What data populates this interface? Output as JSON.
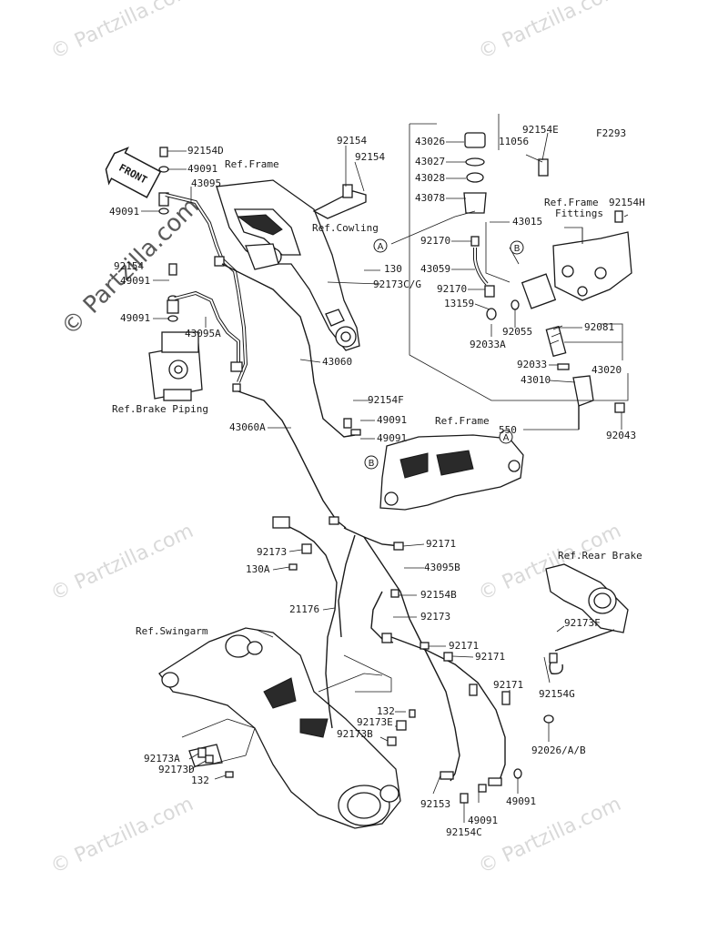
{
  "diagram_code": "F2293",
  "front_label": "FRONT",
  "watermarks": {
    "small": "© Partzilla.com",
    "large": "© Partzilla.com"
  },
  "refs": {
    "frame_top": "Ref.Frame",
    "cowling": "Ref.Cowling",
    "frame_fittings_1": "Ref.Frame",
    "frame_fittings_2": "Fittings",
    "brake_piping": "Ref.Brake Piping",
    "frame_mid": "Ref.Frame",
    "rear_brake": "Ref.Rear Brake",
    "swingarm": "Ref.Swingarm"
  },
  "tags": {
    "a": "A",
    "b": "B"
  },
  "parts": {
    "p92154D": "92154D",
    "p49091_1": "49091",
    "p43095": "43095",
    "p49091_2": "49091",
    "p92154_1": "92154",
    "p92154_2": "92154",
    "p92154_3": "92154",
    "p130": "130",
    "p92173CG": "92173C/G",
    "p43095A": "43095A",
    "p49091_3": "49091",
    "p49091_4": "49091",
    "p43060": "43060",
    "p92154F": "92154F",
    "p49091_5": "49091",
    "p49091_6": "49091",
    "p43060A": "43060A",
    "p43026": "43026",
    "p43027": "43027",
    "p43028": "43028",
    "p43078": "43078",
    "p11056": "11056",
    "p92154E": "92154E",
    "p43015": "43015",
    "p92154H": "92154H",
    "p92170_1": "92170",
    "p43059": "43059",
    "p92170_2": "92170",
    "p13159": "13159",
    "p92033A": "92033A",
    "p92055": "92055",
    "p92081": "92081",
    "p92033": "92033",
    "p43020": "43020",
    "p43010": "43010",
    "p550": "550",
    "p92043": "92043",
    "p92173_1": "92173",
    "p130A": "130A",
    "p92171_1": "92171",
    "p43095B": "43095B",
    "p92154B": "92154B",
    "p21176": "21176",
    "p92173_2": "92173",
    "p92171_2": "92171",
    "p92171_3": "92171",
    "p92173F": "92173F",
    "p92154G": "92154G",
    "p92171_4": "92171",
    "p132_1": "132",
    "p92173E": "92173E",
    "p92173B": "92173B",
    "p92026": "92026/A/B",
    "p92173A": "92173A",
    "p92173D": "92173D",
    "p132_2": "132",
    "p92153": "92153",
    "p49091_7": "49091",
    "p49091_8": "49091",
    "p92154C": "92154C"
  }
}
